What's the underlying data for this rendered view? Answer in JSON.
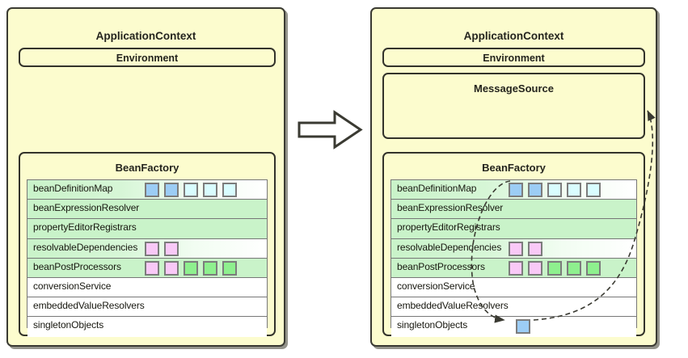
{
  "diagram": {
    "title": "Spring ApplicationContext refresh: BeanFactory to MessageSource",
    "arrow_icon_name": "block-arrow-right-icon"
  },
  "left_panel": {
    "title": "ApplicationContext",
    "environment": {
      "title": "Environment"
    },
    "bean_factory": {
      "title": "BeanFactory",
      "rows": [
        {
          "label": "beanDefinitionMap",
          "style": "grad",
          "cells": [
            "blue",
            "blue",
            "cyan",
            "cyan",
            "cyan"
          ]
        },
        {
          "label": "beanExpressionResolver",
          "style": "solid",
          "cells": []
        },
        {
          "label": "propertyEditorRegistrars",
          "style": "solid",
          "cells": []
        },
        {
          "label": "resolvableDependencies",
          "style": "grad",
          "cells": [
            "pink",
            "pink"
          ]
        },
        {
          "label": "beanPostProcessors",
          "style": "solid",
          "cells": [
            "pink",
            "pink",
            "green",
            "green",
            "green"
          ]
        },
        {
          "label": "conversionService",
          "style": "plain",
          "cells": []
        },
        {
          "label": "embeddedValueResolvers",
          "style": "plain",
          "cells": []
        },
        {
          "label": "singletonObjects",
          "style": "plain",
          "cells": []
        }
      ]
    }
  },
  "right_panel": {
    "title": "ApplicationContext",
    "environment": {
      "title": "Environment"
    },
    "message_source": {
      "title": "MessageSource"
    },
    "bean_factory": {
      "title": "BeanFactory",
      "rows": [
        {
          "label": "beanDefinitionMap",
          "style": "grad",
          "cells": [
            "blue",
            "blue",
            "cyan",
            "cyan",
            "cyan"
          ]
        },
        {
          "label": "beanExpressionResolver",
          "style": "solid",
          "cells": []
        },
        {
          "label": "propertyEditorRegistrars",
          "style": "solid",
          "cells": []
        },
        {
          "label": "resolvableDependencies",
          "style": "grad",
          "cells": [
            "pink",
            "pink"
          ]
        },
        {
          "label": "beanPostProcessors",
          "style": "solid",
          "cells": [
            "pink",
            "pink",
            "green",
            "green",
            "green"
          ]
        },
        {
          "label": "conversionService",
          "style": "plain",
          "cells": []
        },
        {
          "label": "embeddedValueResolvers",
          "style": "plain",
          "cells": []
        },
        {
          "label": "singletonObjects",
          "style": "plain",
          "cells": [
            "blue"
          ]
        }
      ]
    },
    "flow_arrows": [
      {
        "name": "definition-to-singleton-arrow",
        "from": "beanDefinitionMap",
        "to": "singletonObjects"
      },
      {
        "name": "singleton-to-messagesource-arrow",
        "from": "singletonObjects",
        "to": "MessageSource"
      }
    ]
  },
  "colors": {
    "panel_background": "#fcfcce",
    "panel_border": "#33332b",
    "row_green": "#c9f3c9",
    "cell_blue": "#9ccdf5",
    "cell_cyan": "#d9fdff",
    "cell_pink": "#f9c9f7",
    "cell_green": "#8ef08e",
    "arrow_stroke": "#3a3a32"
  }
}
